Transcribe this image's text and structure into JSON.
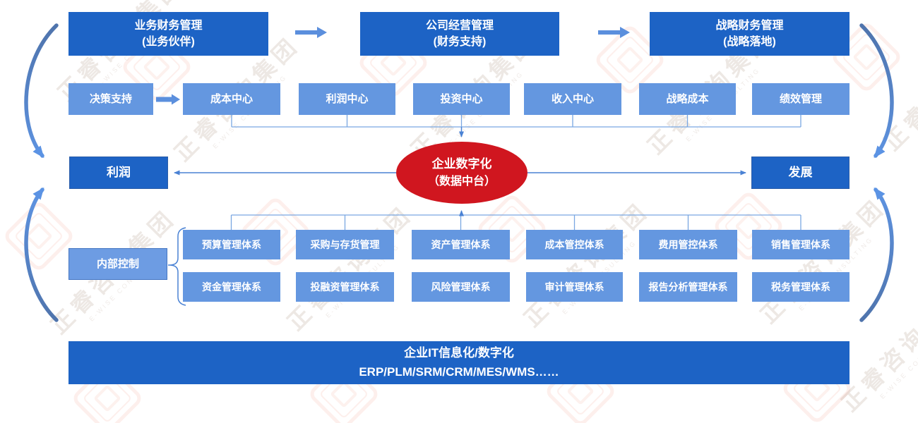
{
  "diagram": {
    "top_flow": [
      {
        "line1": "业务财务管理",
        "line2": "(业务伙伴)"
      },
      {
        "line1": "公司经营管理",
        "line2": "(财务支持)"
      },
      {
        "line1": "战略财务管理",
        "line2": "(战略落地)"
      }
    ],
    "decision_support": "决策支持",
    "centers": [
      "成本中心",
      "利润中心",
      "投资中心",
      "收入中心",
      "战略成本",
      "绩效管理"
    ],
    "hub": {
      "line1": "企业数字化",
      "line2": "（数据中台）"
    },
    "left_node": "利润",
    "right_node": "发展",
    "internal_control": "内部控制",
    "systems_row1": [
      "预算管理体系",
      "采购与存货管理",
      "资产管理体系",
      "成本管控体系",
      "费用管控体系",
      "销售管理体系"
    ],
    "systems_row2": [
      "资金管理体系",
      "投融资管理体系",
      "风险管理体系",
      "审计管理体系",
      "报告分析管理体系",
      "税务管理体系"
    ],
    "bottom_bar": {
      "line1": "企业IT信息化/数字化",
      "line2": "ERP/PLM/SRM/CRM/MES/WMS……"
    }
  },
  "colors": {
    "dark_blue": "#1d63c5",
    "light_blue": "#6497e0",
    "hub_red": "#d0161f",
    "block_arrow_blue": "#5b8fdd",
    "connector_blue": "#7aa7e2",
    "thin_arrow_blue": "#4a82d4",
    "curve_arrow_blue": "#5b93e4"
  },
  "watermark": {
    "brand": "正睿咨询集团",
    "sub": "E-WISE CONSULTING"
  }
}
